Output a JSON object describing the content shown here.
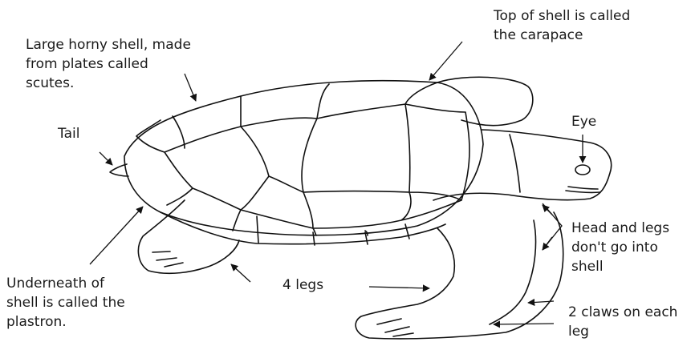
{
  "diagram": {
    "labels": {
      "scutes": [
        "Large horny shell, made",
        "from  plates called",
        "scutes."
      ],
      "carapace": [
        "Top of shell is called",
        "the carapace"
      ],
      "tail": [
        "Tail"
      ],
      "eye": [
        "Eye"
      ],
      "plastron": [
        "Underneath of",
        "shell is called the",
        "plastron."
      ],
      "legs": [
        "4 legs"
      ],
      "head_legs": [
        "Head and legs",
        "don't go into",
        "shell"
      ],
      "claws": [
        "2 claws on each",
        "leg"
      ]
    }
  }
}
